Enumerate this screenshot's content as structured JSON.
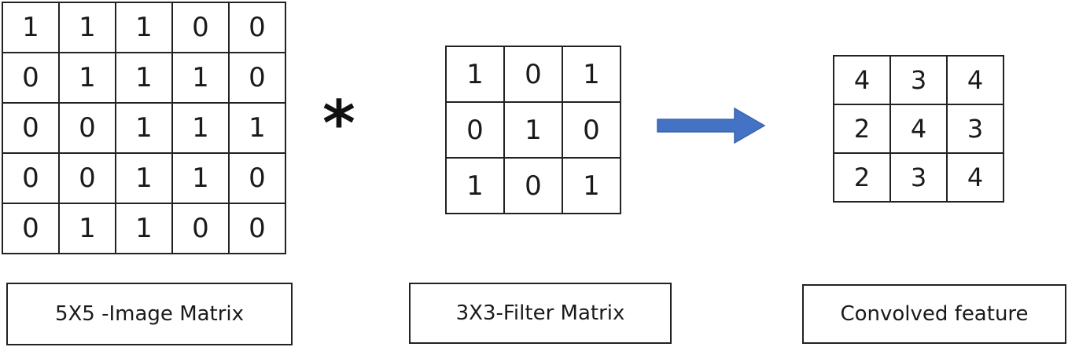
{
  "image_matrix": {
    "rows": [
      [
        "1",
        "1",
        "1",
        "0",
        "0"
      ],
      [
        "0",
        "1",
        "1",
        "1",
        "0"
      ],
      [
        "0",
        "0",
        "1",
        "1",
        "1"
      ],
      [
        "0",
        "0",
        "1",
        "1",
        "0"
      ],
      [
        "0",
        "1",
        "1",
        "0",
        "0"
      ]
    ],
    "label": "5X5 -Image Matrix"
  },
  "operator": "*",
  "filter_matrix": {
    "rows": [
      [
        "1",
        "0",
        "1"
      ],
      [
        "0",
        "1",
        "0"
      ],
      [
        "1",
        "0",
        "1"
      ]
    ],
    "label": "3X3-Filter Matrix"
  },
  "arrow": {
    "icon": "right-arrow-icon",
    "color": "#4472c4"
  },
  "feature_matrix": {
    "rows": [
      [
        "4",
        "3",
        "4"
      ],
      [
        "2",
        "4",
        "3"
      ],
      [
        "2",
        "3",
        "4"
      ]
    ],
    "label": "Convolved feature"
  }
}
